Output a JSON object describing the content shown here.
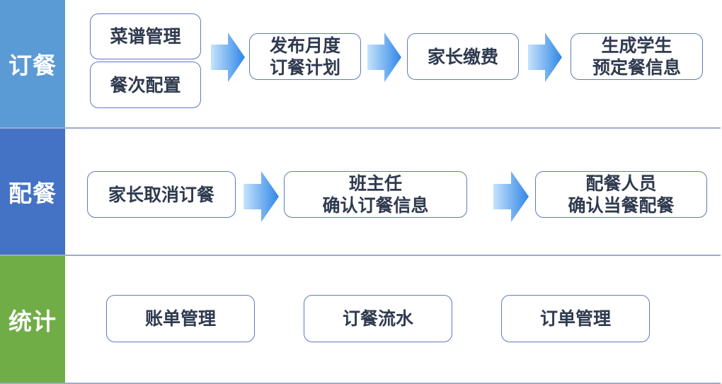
{
  "sections": {
    "order": {
      "label": "订餐",
      "color": "#5b9bd5",
      "steps": {
        "menu_mgmt": "菜谱管理",
        "meal_config": "餐次配置",
        "publish_plan": "发布月度\n订餐计划",
        "parent_pay": "家长缴费",
        "generate_info": "生成学生\n预定餐信息"
      }
    },
    "dispatch": {
      "label": "配餐",
      "color": "#4472c4",
      "steps": {
        "parent_cancel": "家长取消订餐",
        "teacher_confirm": "班主任\n确认订餐信息",
        "staff_confirm": "配餐人员\n确认当餐配餐"
      }
    },
    "stats": {
      "label": "统计",
      "color": "#70ad47",
      "items": {
        "bill_mgmt": "账单管理",
        "order_flow": "订餐流水",
        "order_mgmt": "订单管理"
      }
    }
  },
  "colors": {
    "box_border": "#5b7bbd",
    "arrow_light": "#bfe0fb",
    "arrow_dark": "#2f86e8",
    "divider": "#9aaccc"
  }
}
